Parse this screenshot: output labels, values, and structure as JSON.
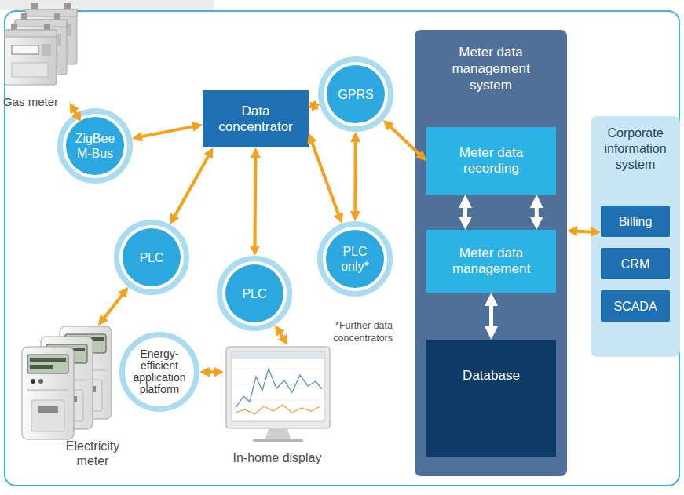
{
  "diagram": {
    "nodes": [
      {
        "text": [
          "Gas meter"
        ]
      },
      {
        "text": [
          "ZigBee M-Bus"
        ]
      },
      {
        "text": [
          "Data concentrator"
        ]
      },
      {
        "text": [
          "GPRS"
        ]
      },
      {
        "text": [
          "PLC"
        ]
      },
      {
        "text": [
          "PLC"
        ]
      },
      {
        "text": [
          "PLC only*"
        ]
      },
      {
        "text": [
          "Electricity meter"
        ]
      },
      {
        "text": [
          "Energy- efficient application platform"
        ]
      },
      {
        "text": [
          "In-home display"
        ]
      },
      {
        "text": [
          "Meter data management system"
        ]
      },
      {
        "text": [
          "Meter data recording"
        ],
        "in": 10
      },
      {
        "text": [
          "Meter data management"
        ],
        "in": 10
      },
      {
        "text": [
          "Database"
        ],
        "in": 10
      },
      {
        "text": [
          "Corporate information system"
        ]
      },
      {
        "text": [
          "Billing"
        ],
        "in": 14
      },
      {
        "text": [
          "CRM"
        ],
        "in": 14
      },
      {
        "text": [
          "SCADA"
        ],
        "in": 14
      }
    ],
    "edges": [
      {
        "from": 0,
        "to": 1,
        "arrow": "both"
      },
      {
        "from": 1,
        "to": 2,
        "arrow": "both"
      },
      {
        "from": 2,
        "to": 3,
        "arrow": "both"
      },
      {
        "from": 3,
        "to": 11,
        "arrow": "both"
      },
      {
        "from": 2,
        "to": 4,
        "arrow": "both"
      },
      {
        "from": 2,
        "to": 5,
        "arrow": "both"
      },
      {
        "from": 2,
        "to": 6,
        "arrow": "both"
      },
      {
        "from": 3,
        "to": 6,
        "arrow": "both"
      },
      {
        "from": 4,
        "to": 7,
        "arrow": "both"
      },
      {
        "from": 5,
        "to": 9,
        "arrow": "both"
      },
      {
        "from": 8,
        "to": 9,
        "arrow": "both"
      },
      {
        "from": 11,
        "to": 12,
        "arrow": "both"
      },
      {
        "from": 11,
        "to": 12,
        "arrow": "both"
      },
      {
        "from": 12,
        "to": 13,
        "arrow": "both"
      },
      {
        "from": 10,
        "to": 15,
        "arrow": "both"
      }
    ],
    "labels": [
      "*Further data concentrators"
    ]
  }
}
